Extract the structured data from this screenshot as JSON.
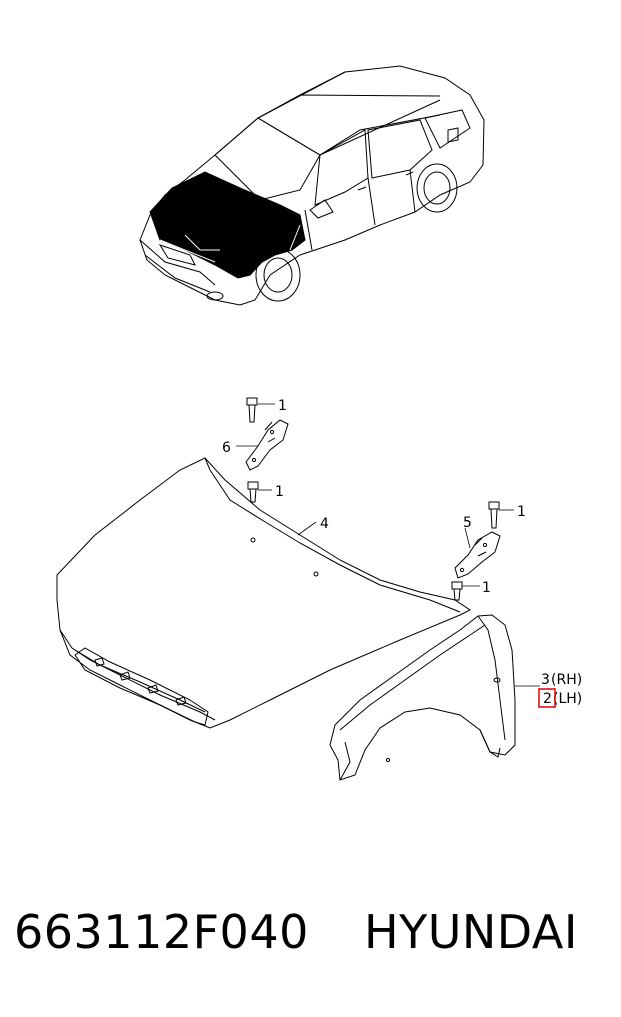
{
  "diagram": {
    "callouts": {
      "c1_top": "1",
      "c1_mid": "1",
      "c1_right_top": "1",
      "c1_right_bottom": "1",
      "c6": "6",
      "c5": "5",
      "c4": "4",
      "c3": "3",
      "c3_side": "(RH)",
      "c2": "2",
      "c2_side": "(LH)"
    },
    "highlight_color": "#e00000"
  },
  "footer": {
    "part_number": "663112F040",
    "brand": "HYUNDAI"
  }
}
